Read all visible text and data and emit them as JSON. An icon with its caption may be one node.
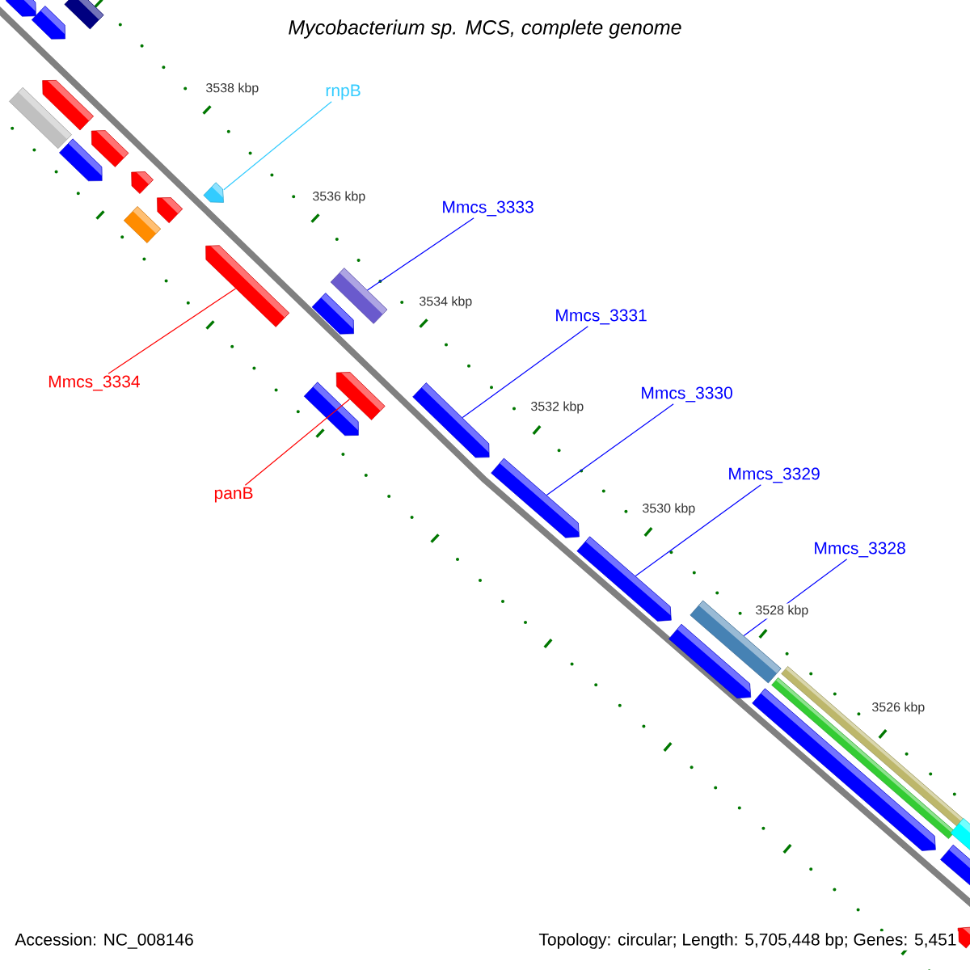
{
  "diagram": {
    "title": "Mycobacterium sp. MCS, complete genome",
    "nodes": [
      {
        "text": [
          "rnpB"
        ]
      },
      {
        "text": [
          "Mmcs_3333"
        ]
      },
      {
        "text": [
          "Mmcs_3331"
        ]
      },
      {
        "text": [
          "Mmcs_3334"
        ]
      },
      {
        "text": [
          "Mmcs_3330"
        ]
      },
      {
        "text": [
          "Mmcs_3329"
        ]
      },
      {
        "text": [
          "panB"
        ]
      },
      {
        "text": [
          "Mmcs_3328"
        ]
      },
      {
        "text": [],
        "shape": "bar"
      },
      {
        "text": [],
        "shape": "bar"
      },
      {
        "text": [],
        "shape": "bar"
      },
      {
        "text": [],
        "shape": "bar"
      },
      {
        "text": [],
        "shape": "bar"
      },
      {
        "text": [],
        "shape": "bar"
      },
      {
        "text": [],
        "shape": "bar"
      },
      {
        "text": [],
        "shape": "bar"
      },
      {
        "text": [],
        "shape": "bar"
      },
      {
        "text": [],
        "shape": "bar"
      },
      {
        "text": [],
        "shape": "bar"
      },
      {
        "text": [],
        "shape": "bar"
      },
      {
        "text": [],
        "shape": "bar"
      },
      {
        "text": [],
        "shape": "bar"
      },
      {
        "text": [],
        "shape": "bar"
      },
      {
        "text": [],
        "shape": "bar"
      },
      {
        "text": [],
        "shape": "bar"
      },
      {
        "text": [],
        "shape": "bar"
      },
      {
        "text": [],
        "shape": "bar"
      },
      {
        "text": [],
        "shape": "bar"
      },
      {
        "text": [],
        "shape": "bar"
      },
      {
        "text": [],
        "shape": "bar"
      },
      {
        "text": [],
        "shape": "bar"
      },
      {
        "text": [],
        "shape": "bar"
      },
      {
        "text": [],
        "shape": "bar"
      },
      {
        "text": [],
        "shape": "bar"
      },
      {
        "text": [],
        "shape": "bar"
      }
    ],
    "edges": [
      {
        "from": 0,
        "to": 16,
        "arrow": "none",
        "color": "#33ccff"
      },
      {
        "from": 1,
        "to": 20,
        "arrow": "none"
      },
      {
        "from": 2,
        "to": 24,
        "arrow": "none"
      },
      {
        "from": 3,
        "to": 19,
        "arrow": "none",
        "color": "#ff0000"
      },
      {
        "from": 4,
        "to": 25,
        "arrow": "none"
      },
      {
        "from": 5,
        "to": 26,
        "arrow": "none"
      },
      {
        "from": 6,
        "to": 22,
        "arrow": "none",
        "color": "#ff0000"
      },
      {
        "from": 7,
        "to": 27,
        "arrow": "none"
      }
    ],
    "labels": [
      "3538 kbp",
      "3536 kbp",
      "3534 kbp",
      "3532 kbp",
      "3530 kbp",
      "3528 kbp",
      "3526 kbp",
      "Accession: NC_008146",
      "Topology: circular; Length: 5,705,448 bp; Genes: 5,451"
    ]
  }
}
